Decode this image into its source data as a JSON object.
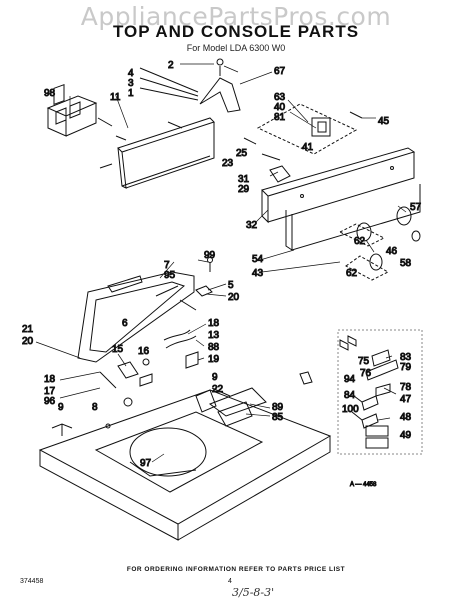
{
  "watermark": "AppliancePartsPros.com",
  "title": "TOP AND CONSOLE PARTS",
  "subtitle": "For Model LDA 6300 W0",
  "figure_code": "A — 4458",
  "footer": "FOR ORDERING INFORMATION REFER TO PARTS PRICE LIST",
  "doc_number": "374458",
  "page_number": "4",
  "handwritten_note": "3/5-8-3'",
  "callouts": {
    "c2": "2",
    "c67": "67",
    "c4": "4",
    "c3": "3",
    "c1": "1",
    "c98": "98",
    "c11": "11",
    "c63": "63",
    "c40": "40",
    "c81": "81",
    "c45": "45",
    "c41": "41",
    "c25": "25",
    "c23": "23",
    "c31": "31",
    "c29": "29",
    "c32": "32",
    "c57": "57",
    "c62a": "62",
    "c46": "46",
    "c54": "54",
    "c58": "58",
    "c43": "43",
    "c62b": "62",
    "c99": "99",
    "c7": "7",
    "c95": "95",
    "c5": "5",
    "c20a": "20",
    "c21": "21",
    "c20b": "20",
    "c6": "6",
    "c18a": "18",
    "c13": "13",
    "c88": "88",
    "c16": "16",
    "c15": "15",
    "c19": "19",
    "c18b": "18",
    "c17": "17",
    "c96": "96",
    "c9a": "9",
    "c8": "8",
    "c9b": "9",
    "c22": "22",
    "c89": "89",
    "c85": "85",
    "c97": "97",
    "c83": "83",
    "c75": "75",
    "c79": "79",
    "c94": "94",
    "c76": "76",
    "c78": "78",
    "c84": "84",
    "c47": "47",
    "c100": "100",
    "c48": "48",
    "c49": "49"
  }
}
